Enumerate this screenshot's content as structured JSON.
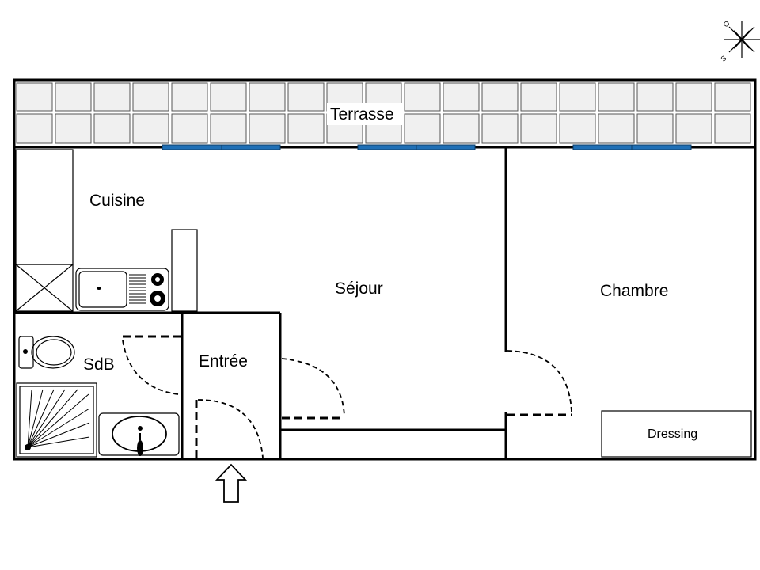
{
  "rooms": {
    "terrasse": "Terrasse",
    "cuisine": "Cuisine",
    "sejour": "Séjour",
    "chambre": "Chambre",
    "sdb": "SdB",
    "entree": "Entrée",
    "dressing": "Dressing"
  },
  "compass": {
    "north_letter": "O",
    "south_letter": "S"
  },
  "colors": {
    "wall": "#000000",
    "window": "#1f6fb5",
    "tile_fill": "#f0f0f0",
    "tile_stroke": "#555555"
  }
}
